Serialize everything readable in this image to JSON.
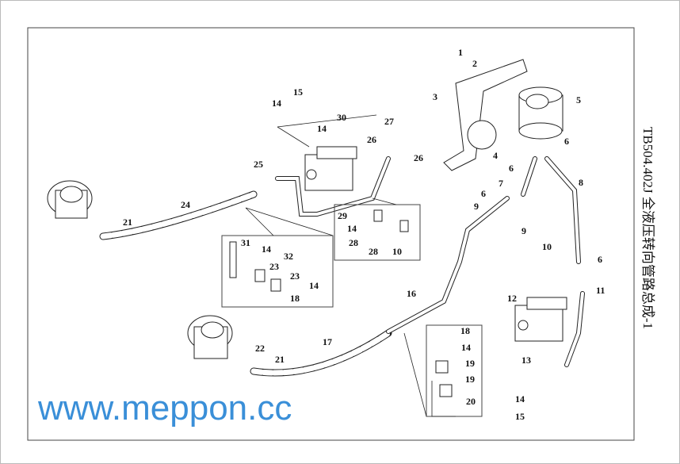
{
  "title": "TB504.402J  全液压转向管路总成-1",
  "watermark": "www.meppon.cc",
  "callouts": [
    "1",
    "2",
    "3",
    "4",
    "5",
    "6",
    "6",
    "7",
    "8",
    "6",
    "9",
    "9",
    "10",
    "6",
    "11",
    "12",
    "13",
    "14",
    "15",
    "14",
    "15",
    "30",
    "14",
    "27",
    "26",
    "26",
    "25",
    "24",
    "21",
    "29",
    "14",
    "28",
    "28",
    "10",
    "31",
    "14",
    "32",
    "23",
    "23",
    "14",
    "18",
    "16",
    "17",
    "22",
    "21",
    "18",
    "14",
    "19",
    "19",
    "20"
  ]
}
